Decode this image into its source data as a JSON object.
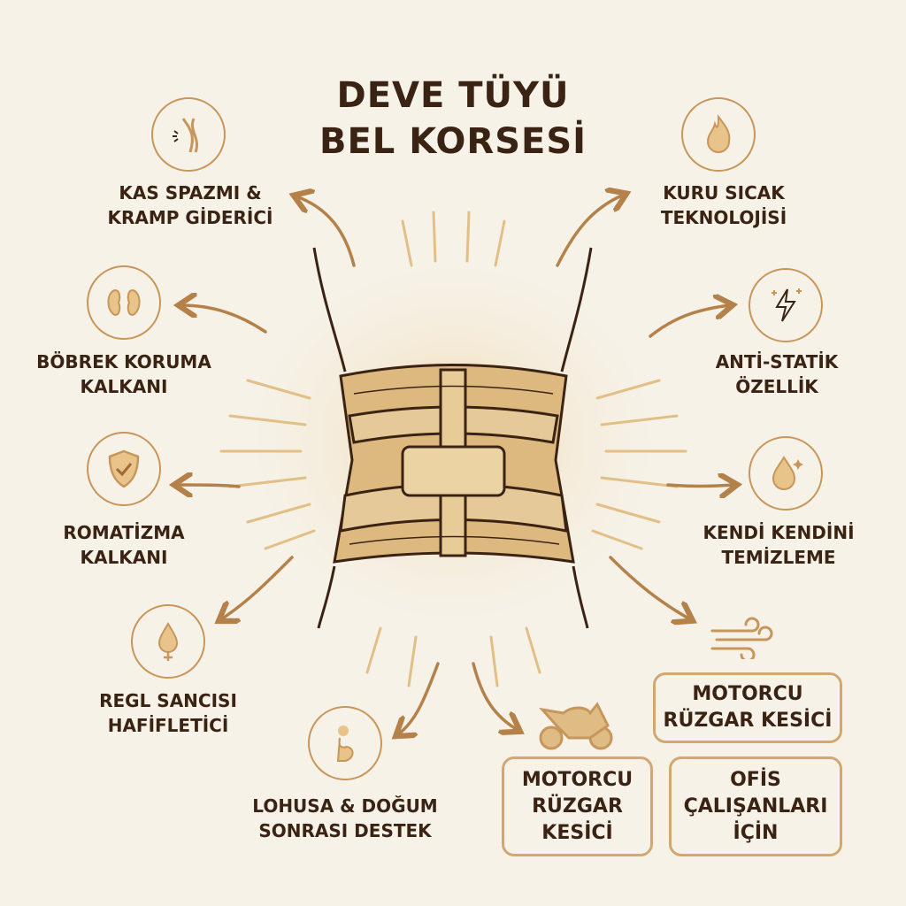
{
  "title": {
    "line1": "DEVE TÜYÜ",
    "line2": "BEL KORSESİ"
  },
  "colors": {
    "background": "#f6f2e8",
    "text": "#3a2313",
    "accent": "#c8965a",
    "corset": "#ddb980"
  },
  "features": [
    {
      "icon": "muscle-icon",
      "line1": "KAS SPAZMI &",
      "line2": "KRAMP GİDERİCİ"
    },
    {
      "icon": "kidney-icon",
      "line1": "BÖBREK KORUMA",
      "line2": "KALKANI"
    },
    {
      "icon": "shield-check-icon",
      "line1": "ROMATİZMA",
      "line2": "KALKANI"
    },
    {
      "icon": "female-drop-icon",
      "line1": "REGL SANCISI",
      "line2": "HAFİFLETİCİ"
    },
    {
      "icon": "pregnant-icon",
      "line1": "LOHUSA & DOĞUM",
      "line2": "SONRASI DESTEK"
    },
    {
      "icon": "flame-icon",
      "line1": "KURU SICAK",
      "line2": "TEKNOLOJİSİ"
    },
    {
      "icon": "lightning-icon",
      "line1": "ANTİ-STATİK",
      "line2": "ÖZELLİK"
    },
    {
      "icon": "water-drop-icon",
      "line1": "KENDİ KENDİNİ",
      "line2": "TEMİZLEME"
    }
  ],
  "boxes": [
    {
      "line1": "MOTORCU",
      "line2": "RÜZGAR KESİCİ"
    },
    {
      "line1": "MOTORCU",
      "line2": "RÜZGAR",
      "line3": "KESİCİ"
    },
    {
      "line1": "OFİS",
      "line2": "ÇALIŞANLARI",
      "line3": "İÇİN"
    }
  ]
}
